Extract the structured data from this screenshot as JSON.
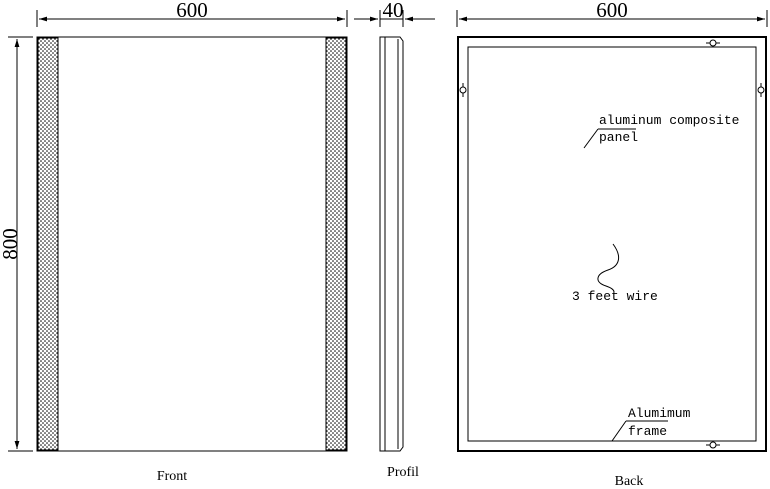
{
  "front": {
    "width_label": "600",
    "height_label": "800",
    "caption": "Front"
  },
  "profile": {
    "depth_label": "40",
    "caption": "Profil"
  },
  "back": {
    "width_label": "600",
    "caption": "Back",
    "panel_note_line1": "aluminum composite",
    "panel_note_line2": "panel",
    "wire_note": "3 feet wire",
    "frame_note_line1": "Alumimum",
    "frame_note_line2": "frame"
  }
}
